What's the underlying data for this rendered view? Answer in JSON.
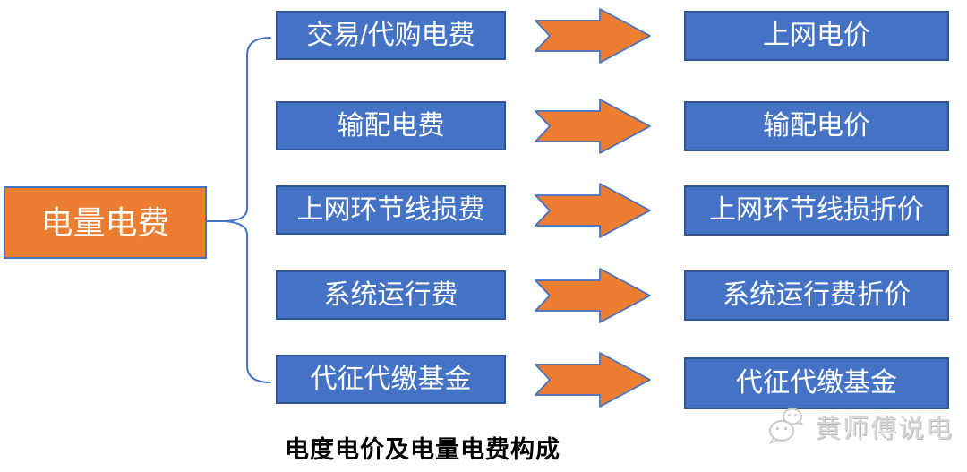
{
  "diagram": {
    "caption": "电度电价及电量电费构成",
    "root_label": "电量电费",
    "rows": [
      {
        "fee": "交易/代购电费",
        "price": "上网电价"
      },
      {
        "fee": "输配电费",
        "price": "输配电价"
      },
      {
        "fee": "上网环节线损费",
        "price": "上网环节线损折价"
      },
      {
        "fee": "系统运行费",
        "price": "系统运行费折价"
      },
      {
        "fee": "代征代缴基金",
        "price": "代征代缴基金"
      }
    ],
    "watermark": "黄师傅说电",
    "icons": {
      "arrow": "right-arrow-icon",
      "brace": "curly-brace-connector",
      "watermark": "wechat-icon"
    },
    "colors": {
      "node_blue_fill": "#4472C4",
      "node_blue_border": "#2F5597",
      "root_orange_fill": "#ED7D31",
      "root_border_blue": "#4472C4",
      "arrow_orange_fill": "#ED7D31",
      "arrow_border_blue": "#4472C4",
      "brace_blue": "#4472C4",
      "caption_black": "#000000",
      "watermark_gray": "#D8D8D8",
      "text_white": "#FFFFFF"
    }
  }
}
